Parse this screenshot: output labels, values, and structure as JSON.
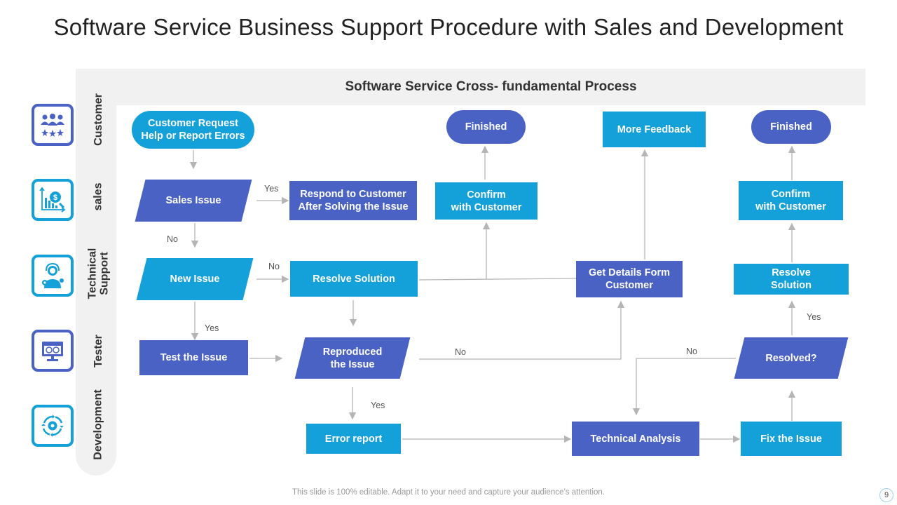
{
  "title": "Software Service Business Support Procedure with Sales and Development",
  "header": {
    "label": "Software Service Cross- fundamental Process"
  },
  "lanes": [
    {
      "label": "Customer",
      "icon": "customer-rating-icon",
      "color": "#4a62c4"
    },
    {
      "label": "sales",
      "icon": "sales-analytics-icon",
      "color": "#14a0d8"
    },
    {
      "label": "Technical\nSupport",
      "icon": "tech-support-agent-icon",
      "color": "#14a0d8"
    },
    {
      "label": "Tester",
      "icon": "testing-monitor-icon",
      "color": "#4a62c4"
    },
    {
      "label": "Development",
      "icon": "development-cycle-icon",
      "color": "#14a0d8"
    }
  ],
  "nodes": {
    "customer_request": "Customer Request\nHelp or Report Errors",
    "finished_1": "Finished",
    "more_feedback": "More Feedback",
    "finished_2": "Finished",
    "sales_issue": "Sales Issue",
    "respond_customer": "Respond to Customer\nAfter Solving the Issue",
    "confirm_1": "Confirm\nwith Customer",
    "confirm_2": "Confirm\nwith Customer",
    "new_issue": "New Issue",
    "resolve_solution_1": "Resolve Solution",
    "get_details": "Get Details Form\nCustomer",
    "resolve_solution_2": "Resolve\nSolution",
    "test_issue": "Test the Issue",
    "reproduced": "Reproduced\nthe Issue",
    "resolved": "Resolved?",
    "error_report": "Error report",
    "technical_analysis": "Technical Analysis",
    "fix_issue": "Fix the Issue"
  },
  "edge_labels": {
    "sales_yes": "Yes",
    "sales_no": "No",
    "new_issue_no": "No",
    "new_issue_yes": "Yes",
    "reproduced_no": "No",
    "reproduced_yes": "Yes",
    "resolved_no": "No",
    "resolved_yes": "Yes"
  },
  "colors": {
    "dark": "#4a62c4",
    "light": "#14a0d8",
    "connector": "#b5b5b5",
    "band": "#f1f1f1"
  },
  "footer": {
    "note": "This slide is 100% editable. Adapt it to your need and capture your audience’s attention.",
    "page": "9"
  }
}
